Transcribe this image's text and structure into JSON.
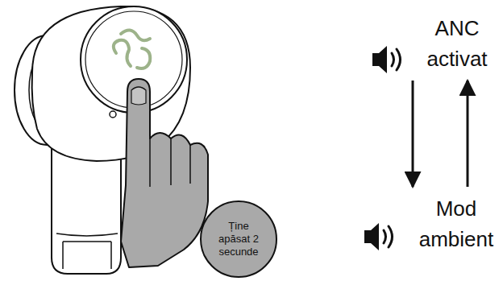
{
  "diagram": {
    "nodes": [
      {
        "text": [
          "Ține apăsat 2 secunde"
        ]
      },
      {
        "text": [
          "ANC activat"
        ]
      },
      {
        "text": [
          "Mod ambient"
        ]
      }
    ],
    "edges": [
      {
        "from": 1,
        "to": 2,
        "arrow": "to"
      },
      {
        "from": 2,
        "to": 1,
        "arrow": "to"
      }
    ]
  }
}
